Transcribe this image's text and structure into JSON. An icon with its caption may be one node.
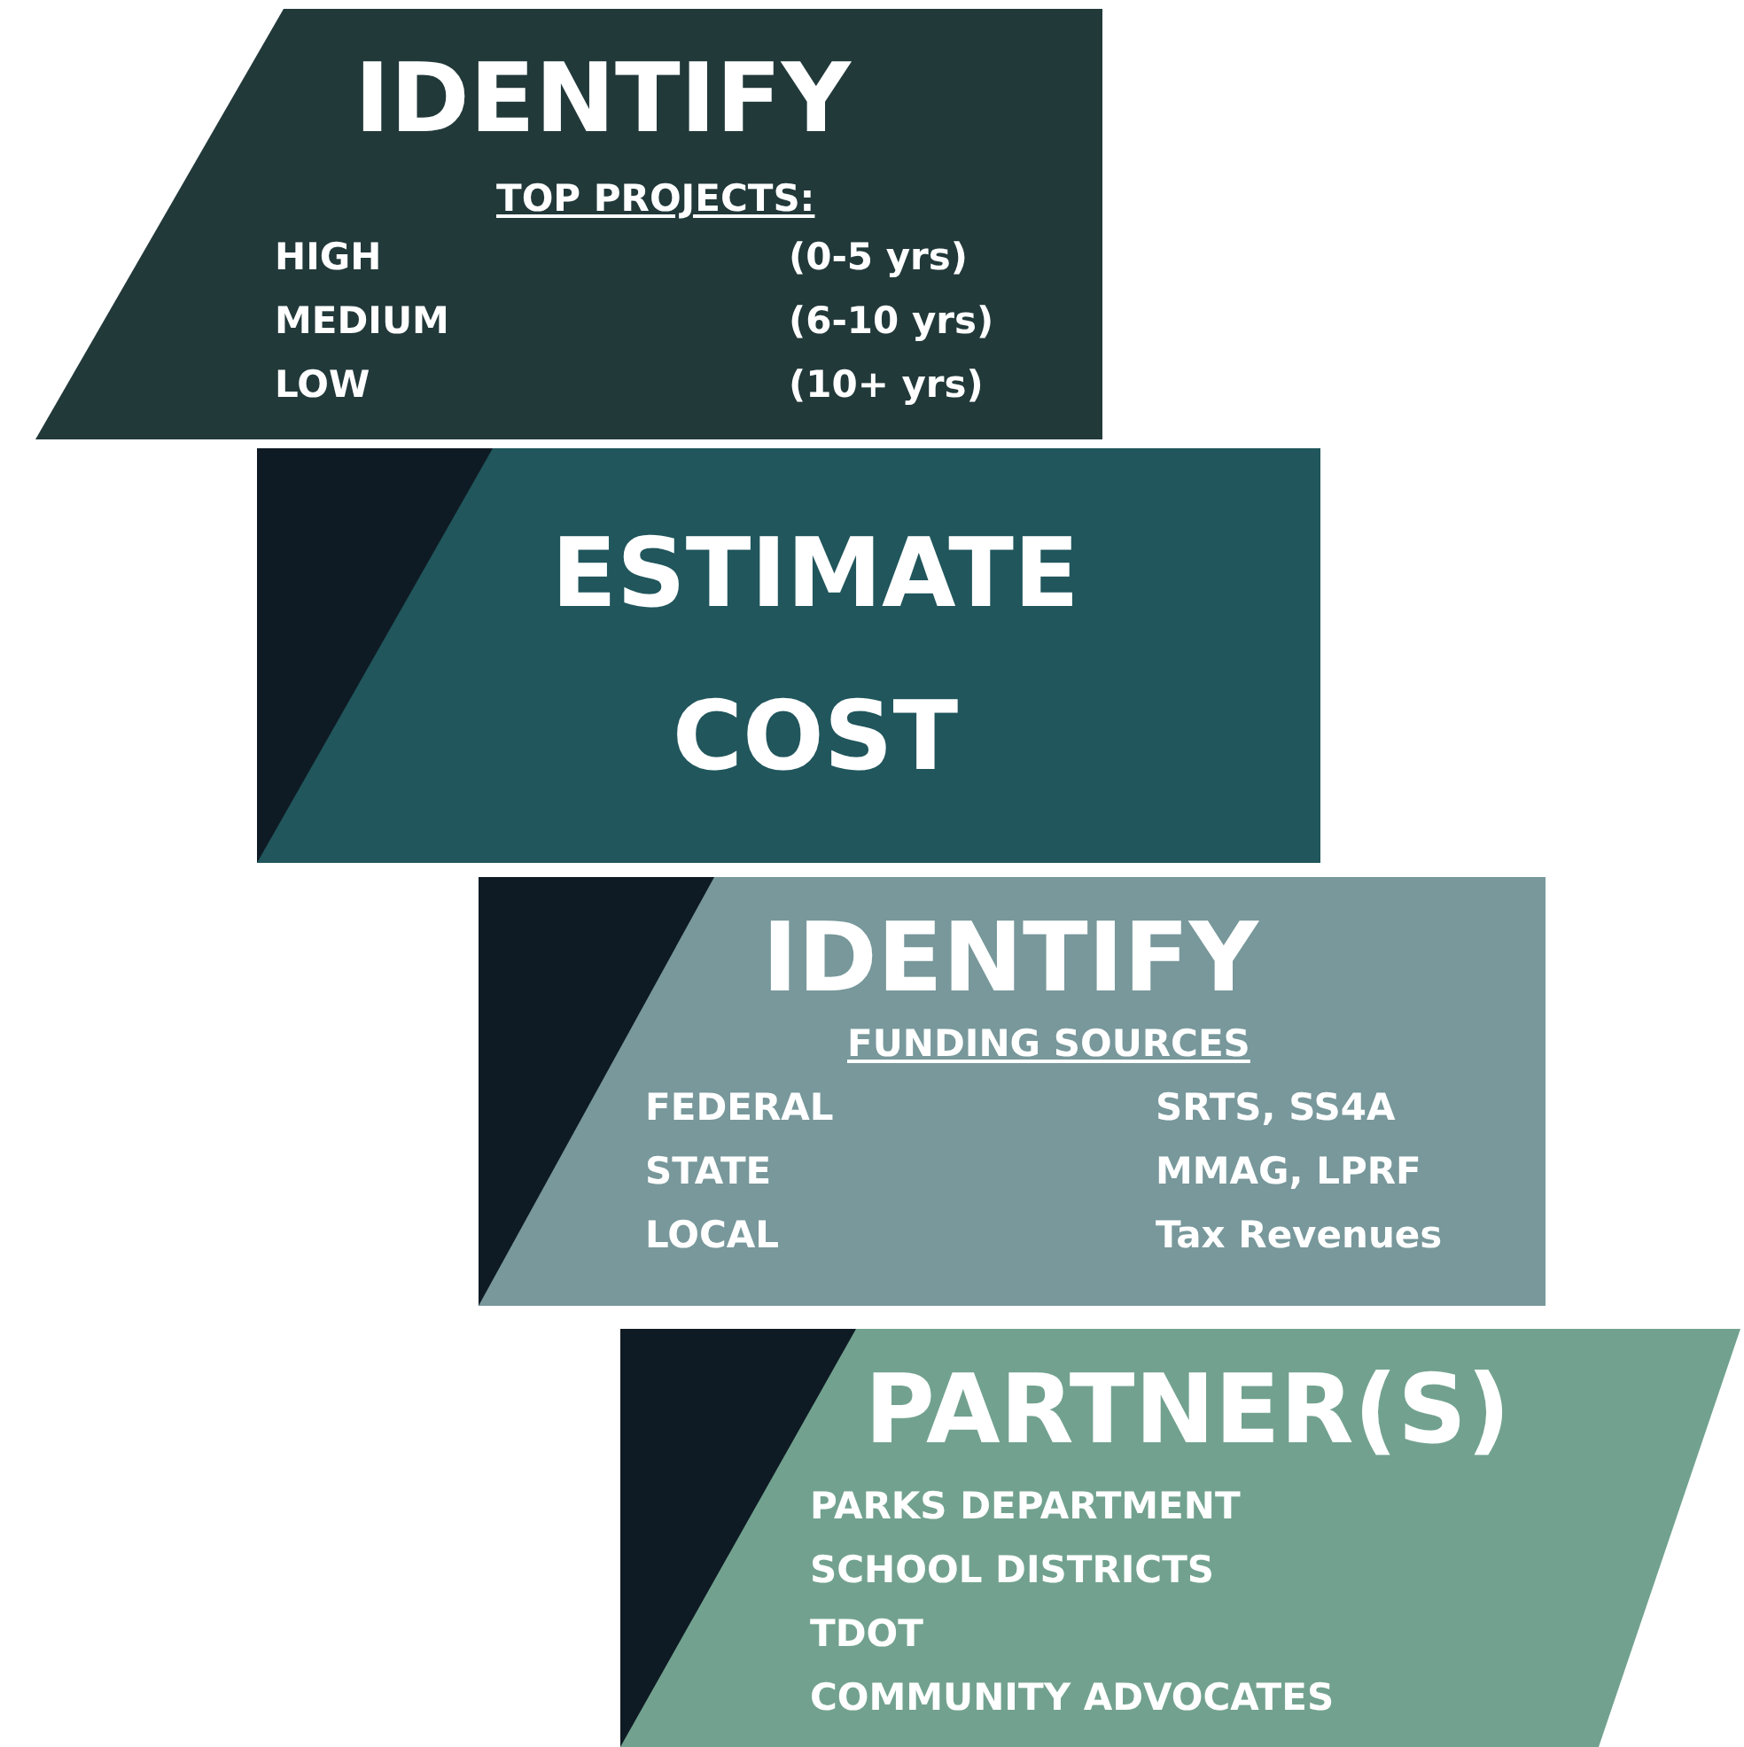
{
  "diagram": {
    "nodes": [
      {
        "text": [
          "IDENTIFY",
          "TOP PROJECTS:",
          "HIGH",
          "(0-5 yrs)",
          "MEDIUM",
          "(6-10 yrs)",
          "LOW",
          "(10+ yrs)"
        ]
      },
      {
        "text": [
          "ESTIMATE COST"
        ]
      },
      {
        "text": [
          "IDENTIFY",
          "FUNDING SOURCES",
          "FEDERAL",
          "SRTS, SS4A",
          "STATE",
          "MMAG, LPRF",
          "LOCAL",
          "Tax Revenues"
        ]
      },
      {
        "text": [
          "PARTNER(S)",
          "PARKS DEPARTMENT",
          "SCHOOL DISTRICTS",
          "TDOT",
          "COMMUNITY ADVOCATES"
        ]
      }
    ],
    "edges": []
  }
}
